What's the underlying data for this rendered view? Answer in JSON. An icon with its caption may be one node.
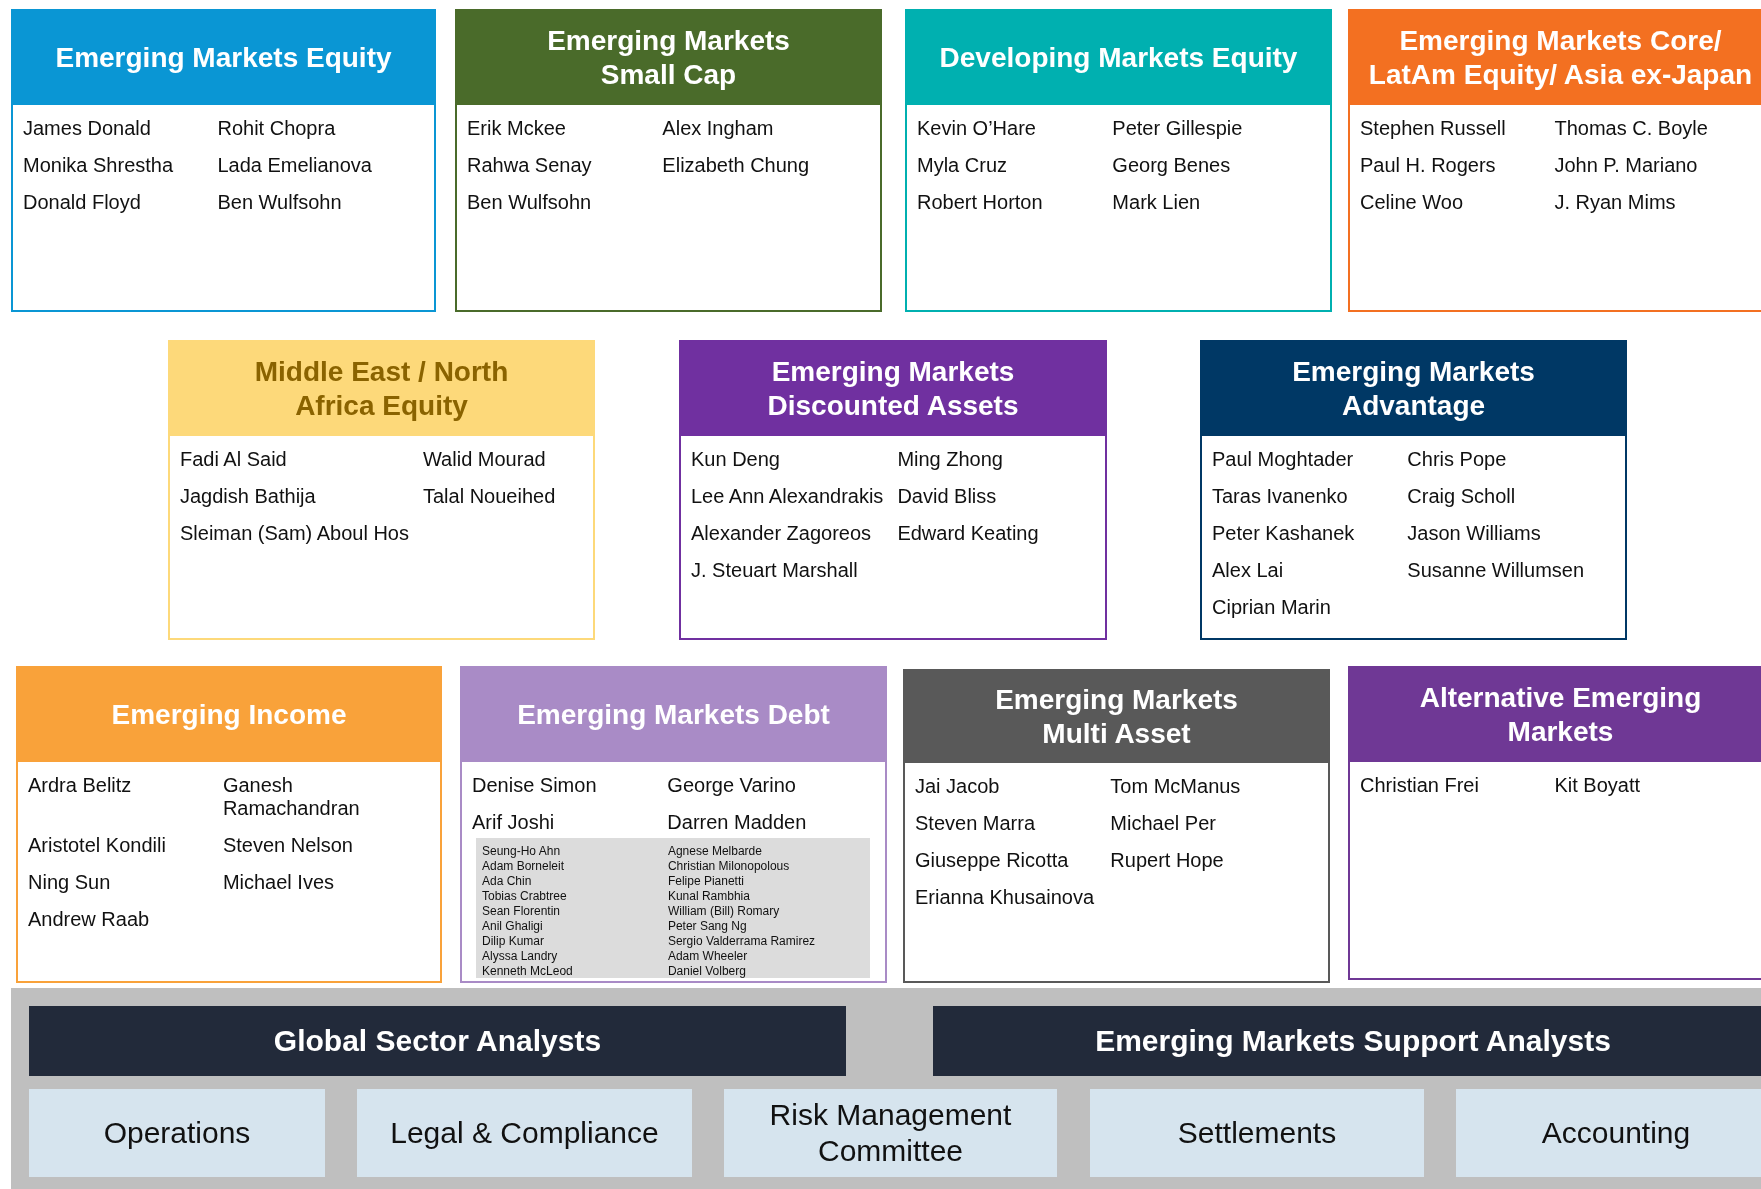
{
  "diagram": {
    "nodes": [
      {
        "text": [
          "Emerging Markets Equity",
          "James Donald",
          "Rohit Chopra",
          "Monika Shrestha",
          "Lada Emelianova",
          "Donald Floyd",
          "Ben Wulfsohn"
        ]
      },
      {
        "text": [
          "Emerging Markets Small Cap",
          "Erik Mckee",
          "Alex Ingham",
          "Rahwa Senay",
          "Elizabeth Chung",
          "Ben Wulfsohn"
        ]
      },
      {
        "text": [
          "Developing Markets Equity",
          "Kevin O’Hare",
          "Peter Gillespie",
          "Myla Cruz",
          "Georg Benes",
          "Robert Horton",
          "Mark Lien"
        ]
      },
      {
        "text": [
          "Emerging Markets Core/ LatAm Equity/ Asia ex-Japan",
          "Stephen Russell",
          "Thomas C. Boyle",
          "Paul H. Rogers",
          "John P. Mariano",
          "Celine Woo",
          "J. Ryan Mims"
        ]
      },
      {
        "text": [
          "Middle East / North Africa Equity",
          "Fadi Al Said",
          "Walid Mourad",
          "Jagdish Bathija",
          "Talal Noueihed",
          "Sleiman (Sam) Aboul Hos"
        ]
      },
      {
        "text": [
          "Emerging Markets Discounted Assets",
          "Kun Deng",
          "Ming Zhong",
          "Lee Ann Alexandrakis",
          "David Bliss",
          "Alexander Zagoreos",
          "Edward Keating",
          "J. Steuart Marshall"
        ]
      },
      {
        "text": [
          "Emerging Markets Advantage",
          "Paul Moghtader",
          "Chris Pope",
          "Taras Ivanenko",
          "Craig Scholl",
          "Peter Kashanek",
          "Jason Williams",
          "Alex Lai",
          "Susanne Willumsen",
          "Ciprian Marin"
        ]
      },
      {
        "text": [
          "Emerging Income",
          "Ardra Belitz",
          "Ganesh Ramachandran",
          "Aristotel Kondili",
          "Steven Nelson",
          "Ning Sun",
          "Michael Ives",
          "Andrew Raab"
        ]
      },
      {
        "text": [
          "Emerging Markets Debt",
          "Denise Simon",
          "George Varino",
          "Arif Joshi",
          "Darren Madden"
        ]
      },
      {
        "text": [
          "Seung-Ho Ahn",
          "Agnese Melbarde",
          "Adam Borneleit",
          "Christian Milonopolous",
          "Ada Chin",
          "Felipe Pianetti",
          "Tobias Crabtree",
          "Kunal Rambhia",
          "Sean Florentin",
          "William (Bill) Romary",
          "Anil Ghaligi",
          "Peter Sang Ng",
          "Dilip Kumar",
          "Sergio Valderrama Ramirez",
          "Alyssa Landry",
          "Adam Wheeler",
          "Kenneth McLeod",
          "Daniel Volberg"
        ],
        "in": 8
      },
      {
        "text": [
          "Emerging Markets Multi Asset",
          "Jai Jacob",
          "Tom McManus",
          "Steven Marra",
          "Michael Per",
          "Giuseppe Ricotta",
          "Rupert Hope",
          "Erianna Khusainova"
        ]
      },
      {
        "text": [
          "Alternative Emerging Markets",
          "Christian Frei",
          "Kit Boyatt"
        ]
      },
      {
        "text": [],
        "shape": "box"
      },
      {
        "text": [
          "Global Sector Analysts"
        ],
        "in": 12
      },
      {
        "text": [
          "Emerging Markets Support Analysts"
        ],
        "in": 12
      },
      {
        "text": [
          "Operations"
        ],
        "in": 12
      },
      {
        "text": [
          "Legal & Compliance"
        ],
        "in": 12
      },
      {
        "text": [
          "Risk Management Committee"
        ],
        "in": 12
      },
      {
        "text": [
          "Settlements"
        ],
        "in": 12
      },
      {
        "text": [
          "Accounting"
        ],
        "in": 12
      }
    ]
  }
}
